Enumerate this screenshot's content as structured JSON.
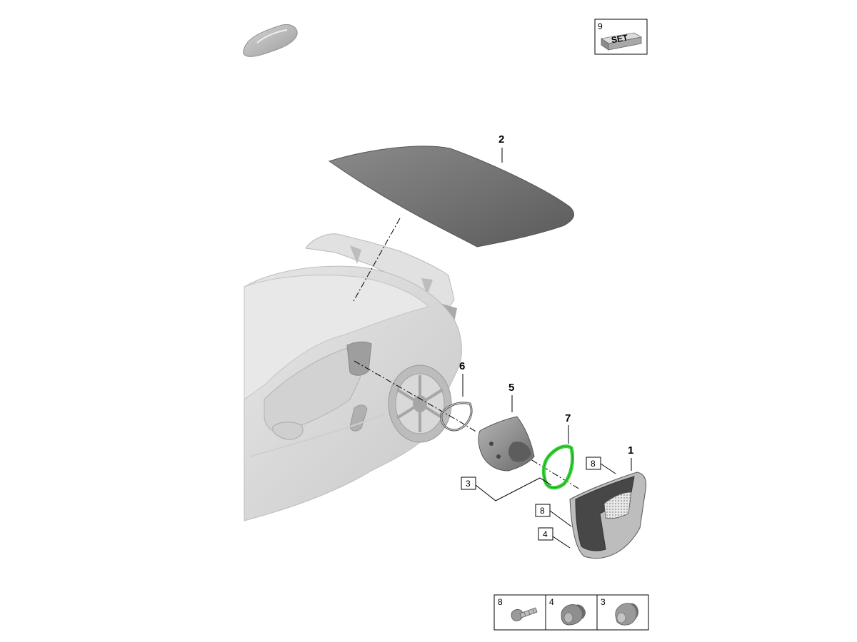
{
  "callouts": {
    "c1": "1",
    "c2": "2",
    "c5": "5",
    "c6": "6",
    "c7": "7",
    "b3": "3",
    "b4": "4",
    "b8a": "8",
    "b8b": "8"
  },
  "set_box": {
    "number": "9",
    "label": "SET"
  },
  "parts_table": {
    "cells": [
      "8",
      "4",
      "3"
    ]
  },
  "colors": {
    "highlight": "#3bd43b",
    "part_gray": "#7a7a7a",
    "car_gray": "#d9d9d9"
  }
}
